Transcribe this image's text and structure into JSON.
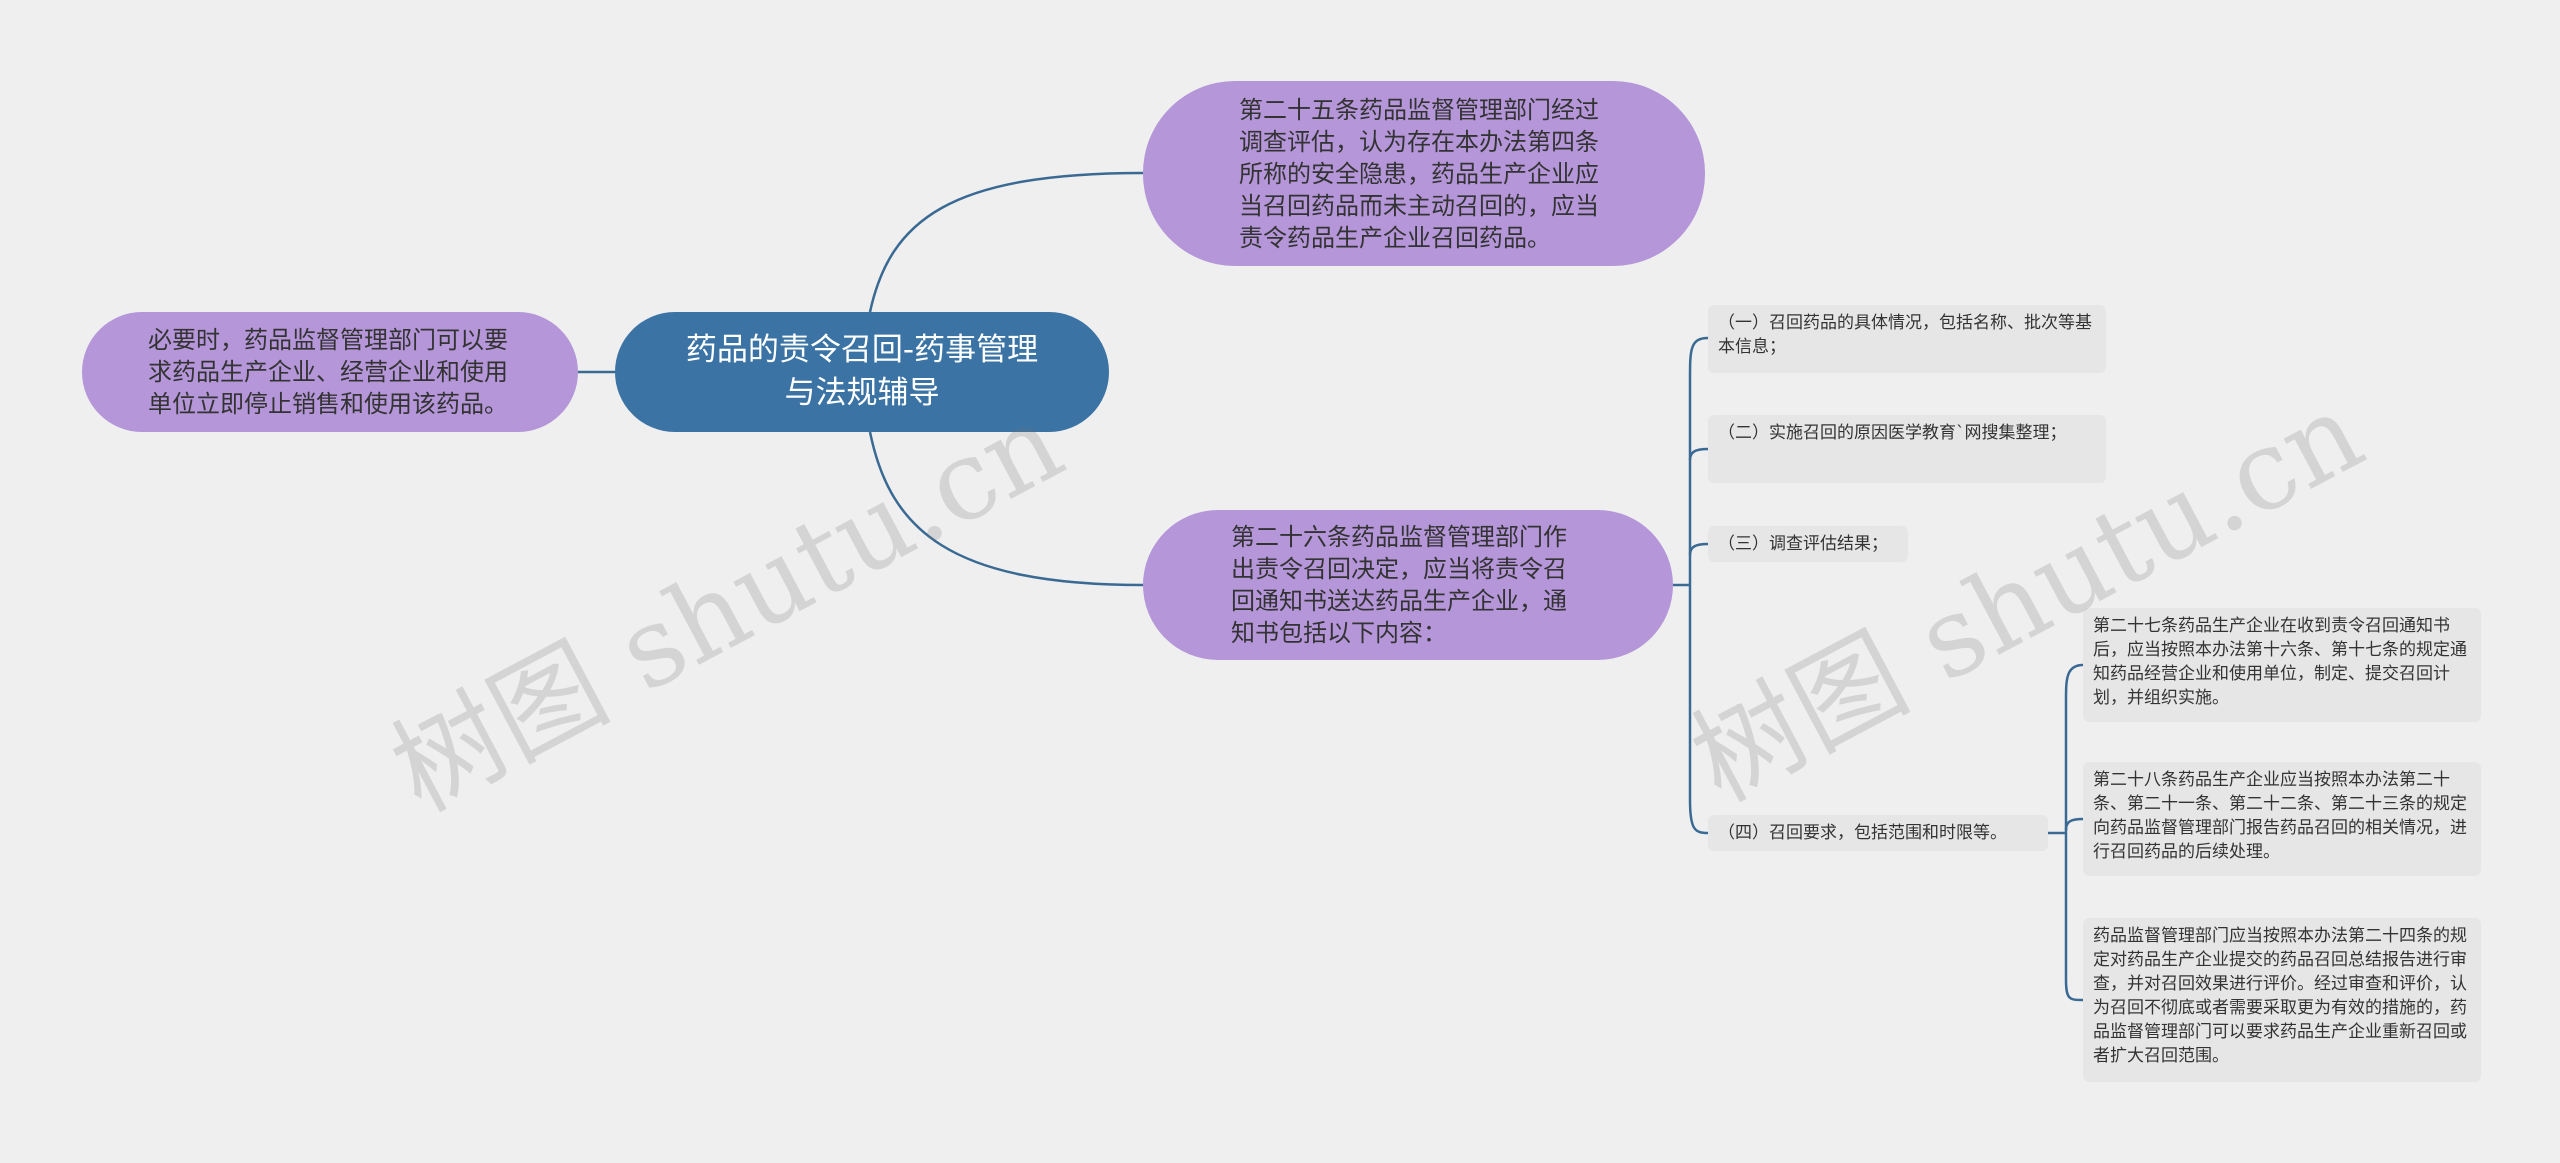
{
  "root": {
    "label": "药品的责令召回-药事管理与法规辅导"
  },
  "left": {
    "text": "必要时，药品监督管理部门可以要求药品生产企业、经营企业和使用单位立即停止销售和使用该药品。"
  },
  "top": {
    "text": "第二十五条药品监督管理部门经过调查评估，认为存在本办法第四条所称的安全隐患，药品生产企业应当召回药品而未主动召回的，应当责令药品生产企业召回药品。"
  },
  "mid": {
    "text": "第二十六条药品监督管理部门作出责令召回决定，应当将责令召回通知书送达药品生产企业，通知书包括以下内容："
  },
  "items": [
    {
      "text": "（一）召回药品的具体情况，包括名称、批次等基本信息；"
    },
    {
      "text": "（二）实施召回的原因医学教育`网搜集整理；"
    },
    {
      "text": "（三）调查评估结果；"
    },
    {
      "text": "（四）召回要求，包括范围和时限等。"
    }
  ],
  "subitems": [
    {
      "text": "第二十七条药品生产企业在收到责令召回通知书后，应当按照本办法第十六条、第十七条的规定通知药品经营企业和使用单位，制定、提交召回计划，并组织实施。"
    },
    {
      "text": "第二十八条药品生产企业应当按照本办法第二十条、第二十一条、第二十二条、第二十三条的规定向药品监督管理部门报告药品召回的相关情况，进行召回药品的后续处理。"
    },
    {
      "text": "药品监督管理部门应当按照本办法第二十四条的规定对药品生产企业提交的药品召回总结报告进行审查，并对召回效果进行评价。经过审查和评价，认为召回不彻底或者需要采取更为有效的措施的，药品监督管理部门可以要求药品生产企业重新召回或者扩大召回范围。"
    }
  ],
  "watermark": {
    "text": "树图 shutu.cn"
  },
  "colors": {
    "root": "#3a73a4",
    "branch": "#b496d9",
    "leaf": "#e6e6e6",
    "line": "#3a6a93",
    "background": "#efefef"
  }
}
